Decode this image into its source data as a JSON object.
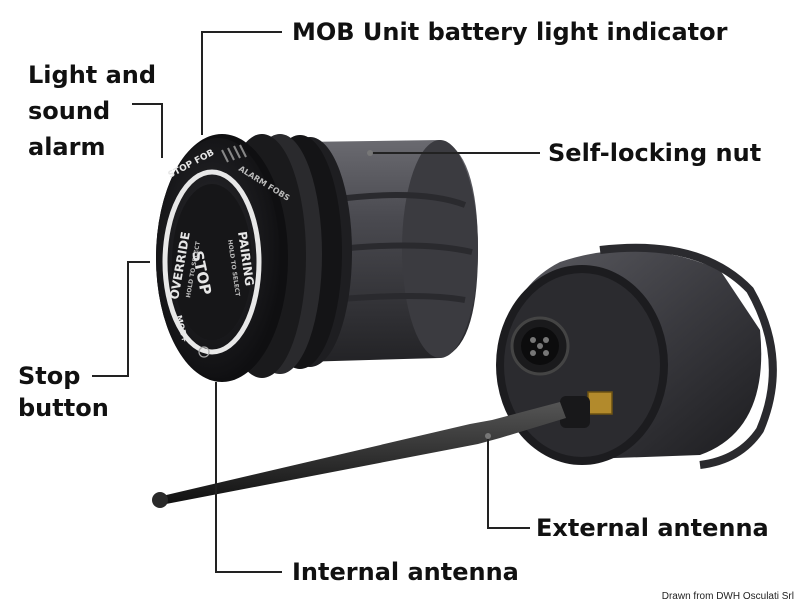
{
  "labels": {
    "mob_battery_light": "MOB Unit battery light indicator",
    "light_sound_alarm": [
      "Light and",
      "sound",
      "alarm"
    ],
    "self_locking_nut": "Self-locking nut",
    "stop_button": [
      "Stop",
      "button"
    ],
    "external_antenna": "External antenna",
    "internal_antenna": "Internal antenna"
  },
  "device_text": {
    "stop_fob": "STOP FOB",
    "alarm_fobs": "ALARM FOBS",
    "override": "OVERRIDE",
    "override_sub": "HOLD TO SELECT",
    "stop": "STOP",
    "pairing": "PAIRING",
    "pairing_sub": "HOLD TO SELECT",
    "brand": "MOB+"
  },
  "credit": "Drawn from DWH Osculati Srl",
  "colors": {
    "leader": "#222222",
    "body": "#3a3a3e",
    "face": "#1b1b1d",
    "ring": "#e8e8e8"
  }
}
